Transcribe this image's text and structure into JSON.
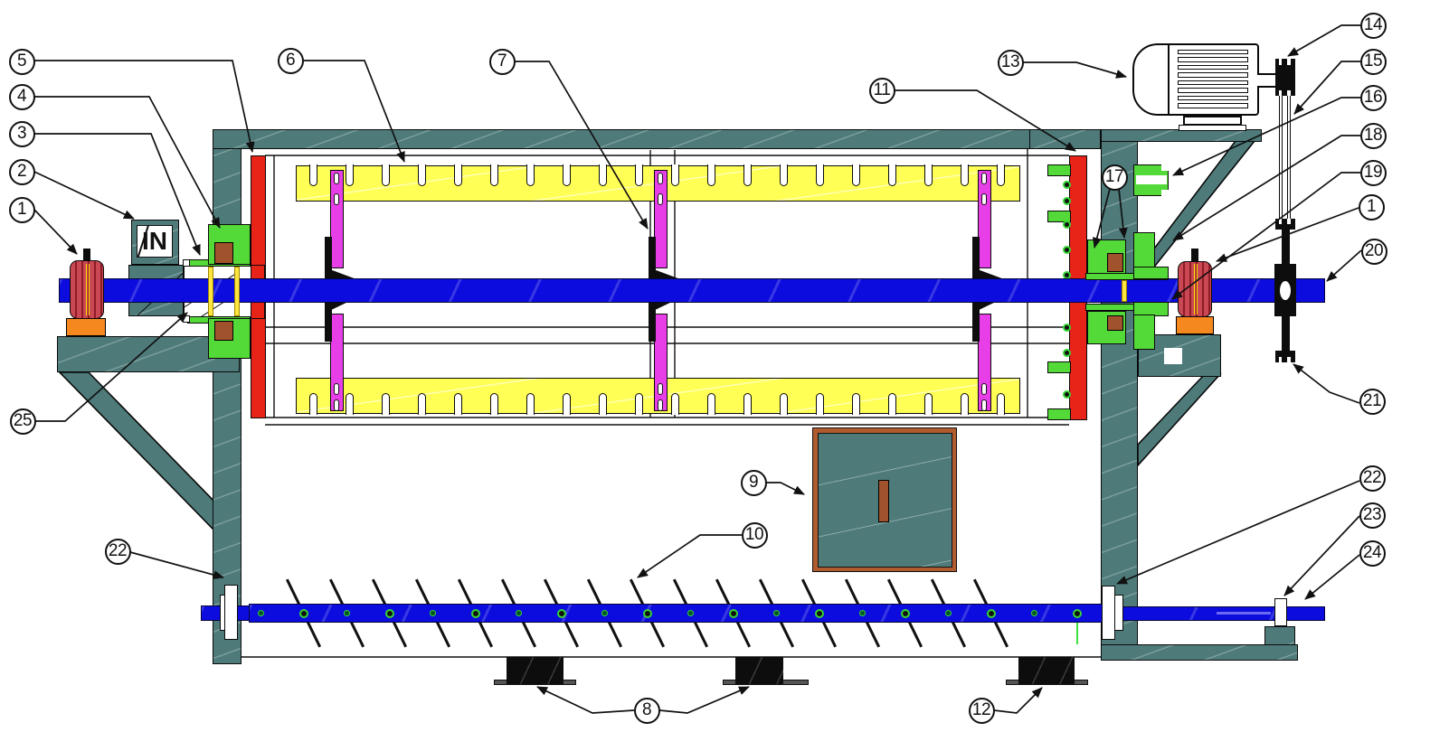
{
  "labels": {
    "inlet_marking": "IN"
  },
  "callouts": [
    {
      "label": "5"
    },
    {
      "label": "4"
    },
    {
      "label": "3"
    },
    {
      "label": "2"
    },
    {
      "label": "1"
    },
    {
      "label": "25"
    },
    {
      "label": "22"
    },
    {
      "label": "6"
    },
    {
      "label": "7"
    },
    {
      "label": "11"
    },
    {
      "label": "13"
    },
    {
      "label": "17"
    },
    {
      "label": "14"
    },
    {
      "label": "15"
    },
    {
      "label": "16"
    },
    {
      "label": "18"
    },
    {
      "label": "19"
    },
    {
      "label": "1"
    },
    {
      "label": "20"
    },
    {
      "label": "21"
    },
    {
      "label": "22"
    },
    {
      "label": "23"
    },
    {
      "label": "24"
    },
    {
      "label": "8"
    },
    {
      "label": "12"
    },
    {
      "label": "9"
    },
    {
      "label": "10"
    }
  ],
  "figure": {
    "type": "engineering-assembly-drawing",
    "teeth_per_plate": 20,
    "paddle_stations": 3,
    "conveyor_tines": 17,
    "conveyor_holes": 20,
    "motor_fins": 8,
    "flange_bolts": 8,
    "colors": {
      "frame_teal": "#4e7b7a",
      "shaft_blue": "#0c0cdf",
      "plate_yellow": "#ffff55",
      "paddle_magenta": "#e83ee8",
      "end_plate_red": "#e82318",
      "coupling_green": "#54da38",
      "bearing_crimson": "#c94853",
      "base_orange": "#f5881f",
      "insert_brown": "#a0522d",
      "pulley_black": "#111111"
    }
  }
}
